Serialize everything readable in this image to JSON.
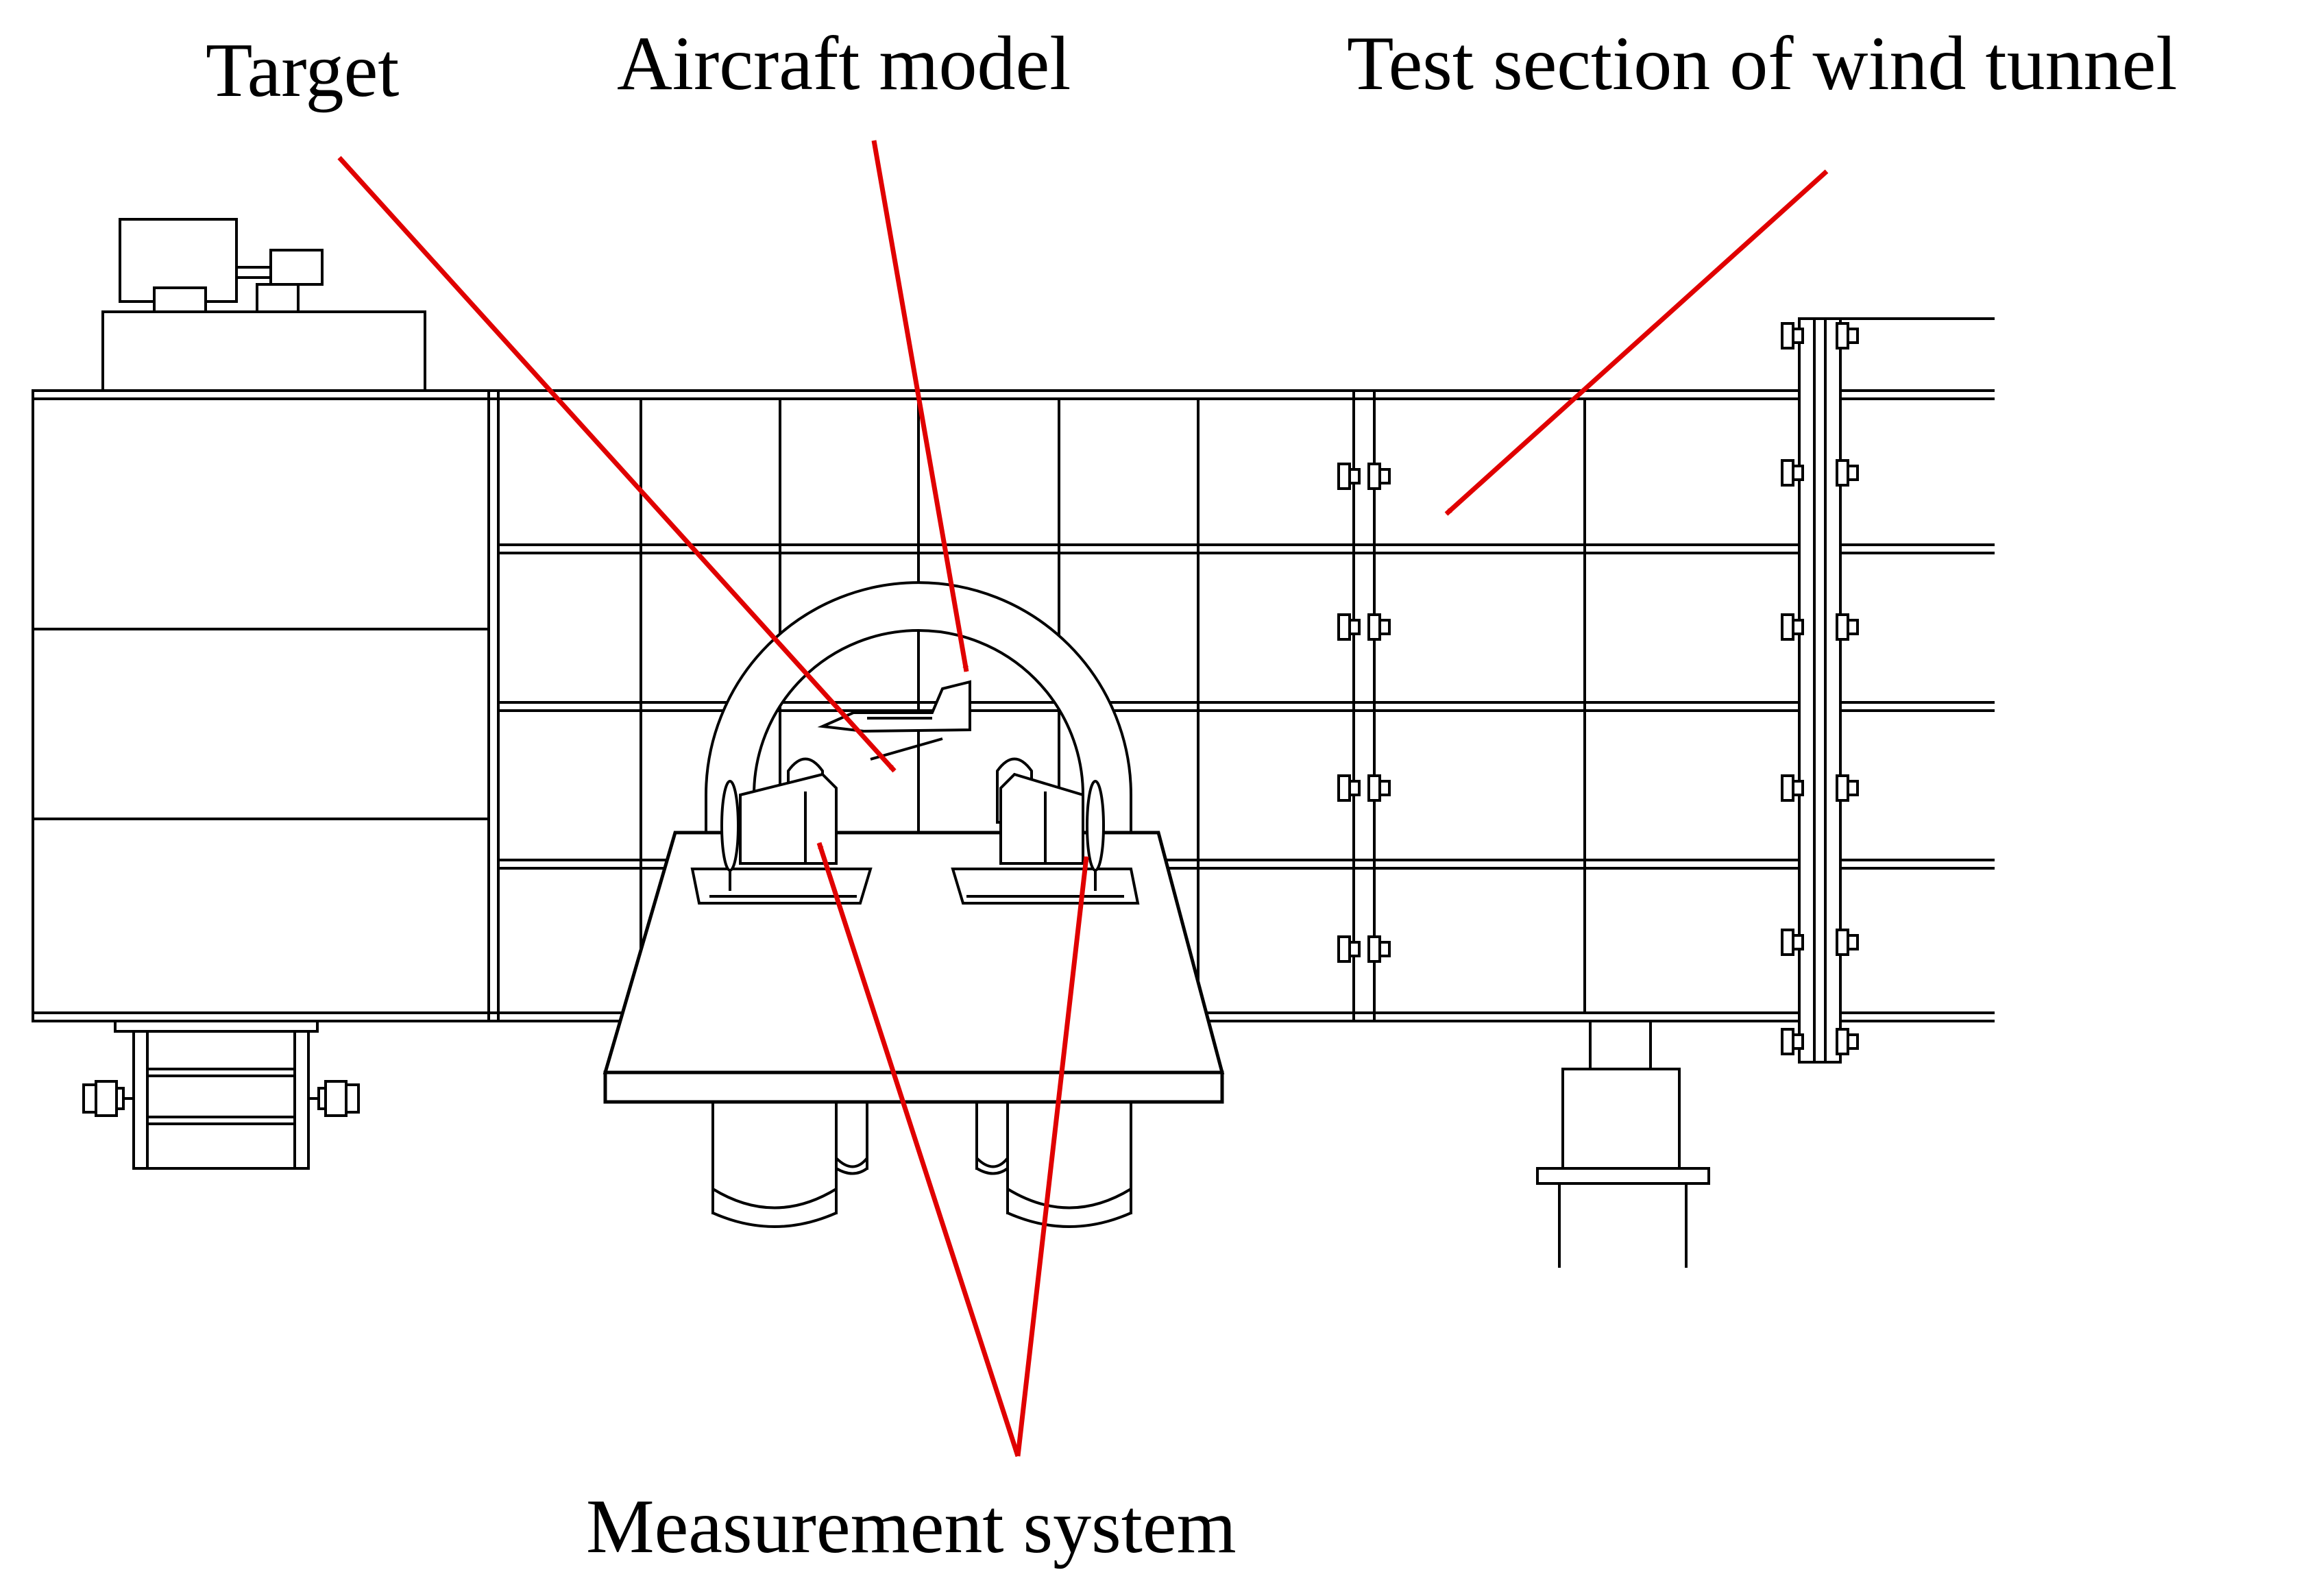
{
  "labels": {
    "target": "Target",
    "aircraft_model": "Aircraft model",
    "test_section": "Test section of wind tunnel",
    "measurement_system": "Measurement system"
  },
  "colors": {
    "arrow": "#e00000",
    "line": "#000000",
    "background": "#ffffff"
  }
}
